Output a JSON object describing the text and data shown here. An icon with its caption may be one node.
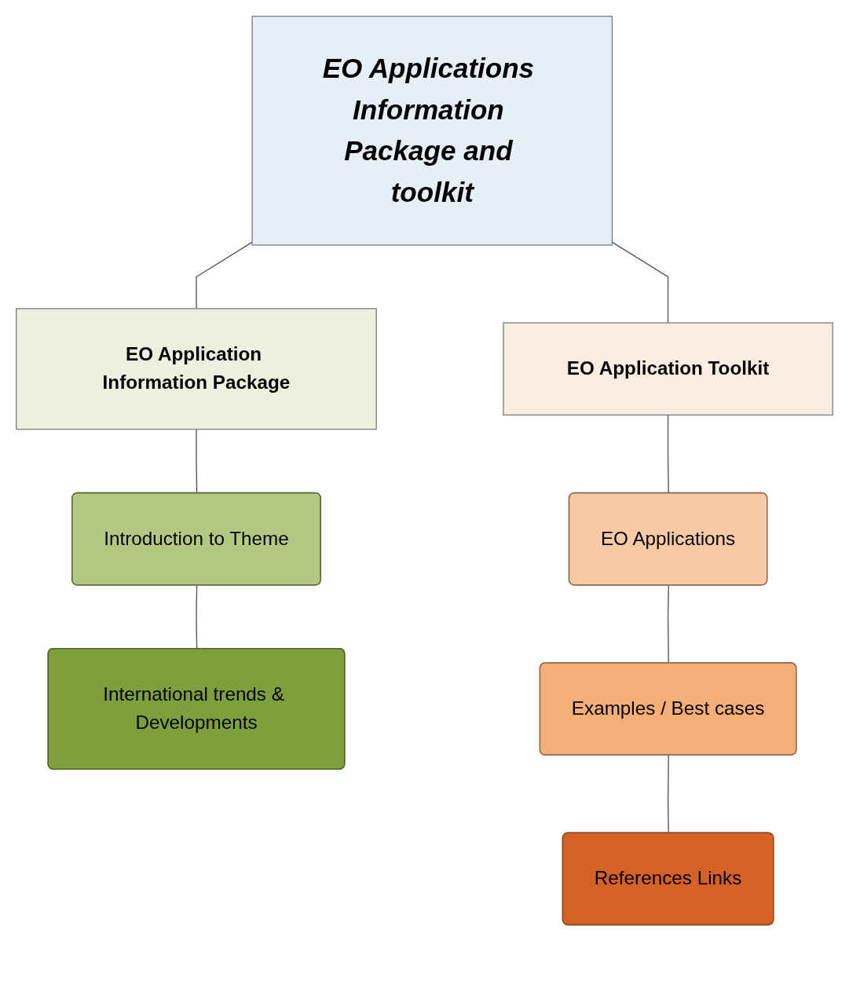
{
  "diagram": {
    "nodes": [
      {
        "text": [
          "EO Applications Information Package and toolkit"
        ]
      },
      {
        "text": [
          "EO Application Information Package"
        ]
      },
      {
        "text": [
          "EO Application Toolkit"
        ]
      },
      {
        "text": [
          "Introduction to Theme"
        ]
      },
      {
        "text": [
          "International trends & Developments"
        ]
      },
      {
        "text": [
          "EO Applications"
        ]
      },
      {
        "text": [
          "Examples / Best cases"
        ]
      },
      {
        "text": [
          "References Links"
        ]
      }
    ],
    "edges": [
      {
        "from": 0,
        "to": 1,
        "arrow": "none"
      },
      {
        "from": 0,
        "to": 2,
        "arrow": "none"
      },
      {
        "from": 1,
        "to": 3,
        "arrow": "none"
      },
      {
        "from": 3,
        "to": 4,
        "arrow": "none"
      },
      {
        "from": 2,
        "to": 5,
        "arrow": "none"
      },
      {
        "from": 5,
        "to": 6,
        "arrow": "none"
      },
      {
        "from": 6,
        "to": 7,
        "arrow": "none"
      }
    ]
  }
}
